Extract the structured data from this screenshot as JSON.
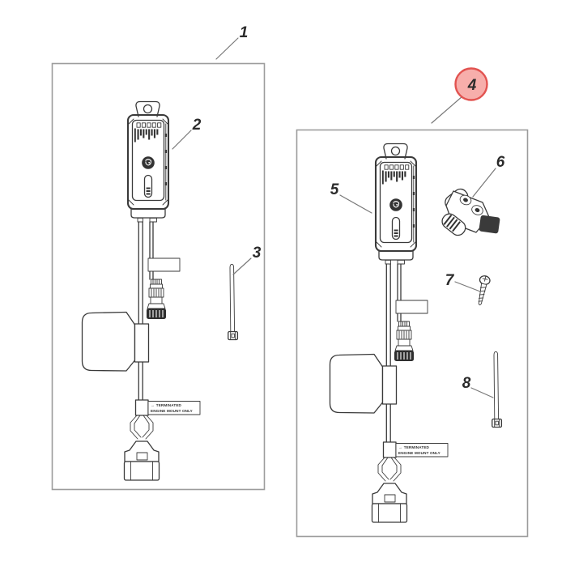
{
  "figure": {
    "background": "#ffffff",
    "line_color": "#3a3a3a",
    "box_border_color": "#9c9c9c",
    "leader_color": "#787878",
    "text_color": "#2b2b2b"
  },
  "highlight": {
    "fill": "#f7aeab",
    "stroke": "#e25350"
  },
  "callouts": [
    {
      "number": "1",
      "highlighted": false
    },
    {
      "number": "2",
      "highlighted": false
    },
    {
      "number": "3",
      "highlighted": false
    },
    {
      "number": "4",
      "highlighted": true
    },
    {
      "number": "5",
      "highlighted": false
    },
    {
      "number": "6",
      "highlighted": false
    },
    {
      "number": "7",
      "highlighted": false
    },
    {
      "number": "8",
      "highlighted": false
    }
  ],
  "cable_tag": {
    "arrow": "→",
    "line1": "TERMINATED",
    "line2": "ENGINE MOUNT ONLY"
  }
}
